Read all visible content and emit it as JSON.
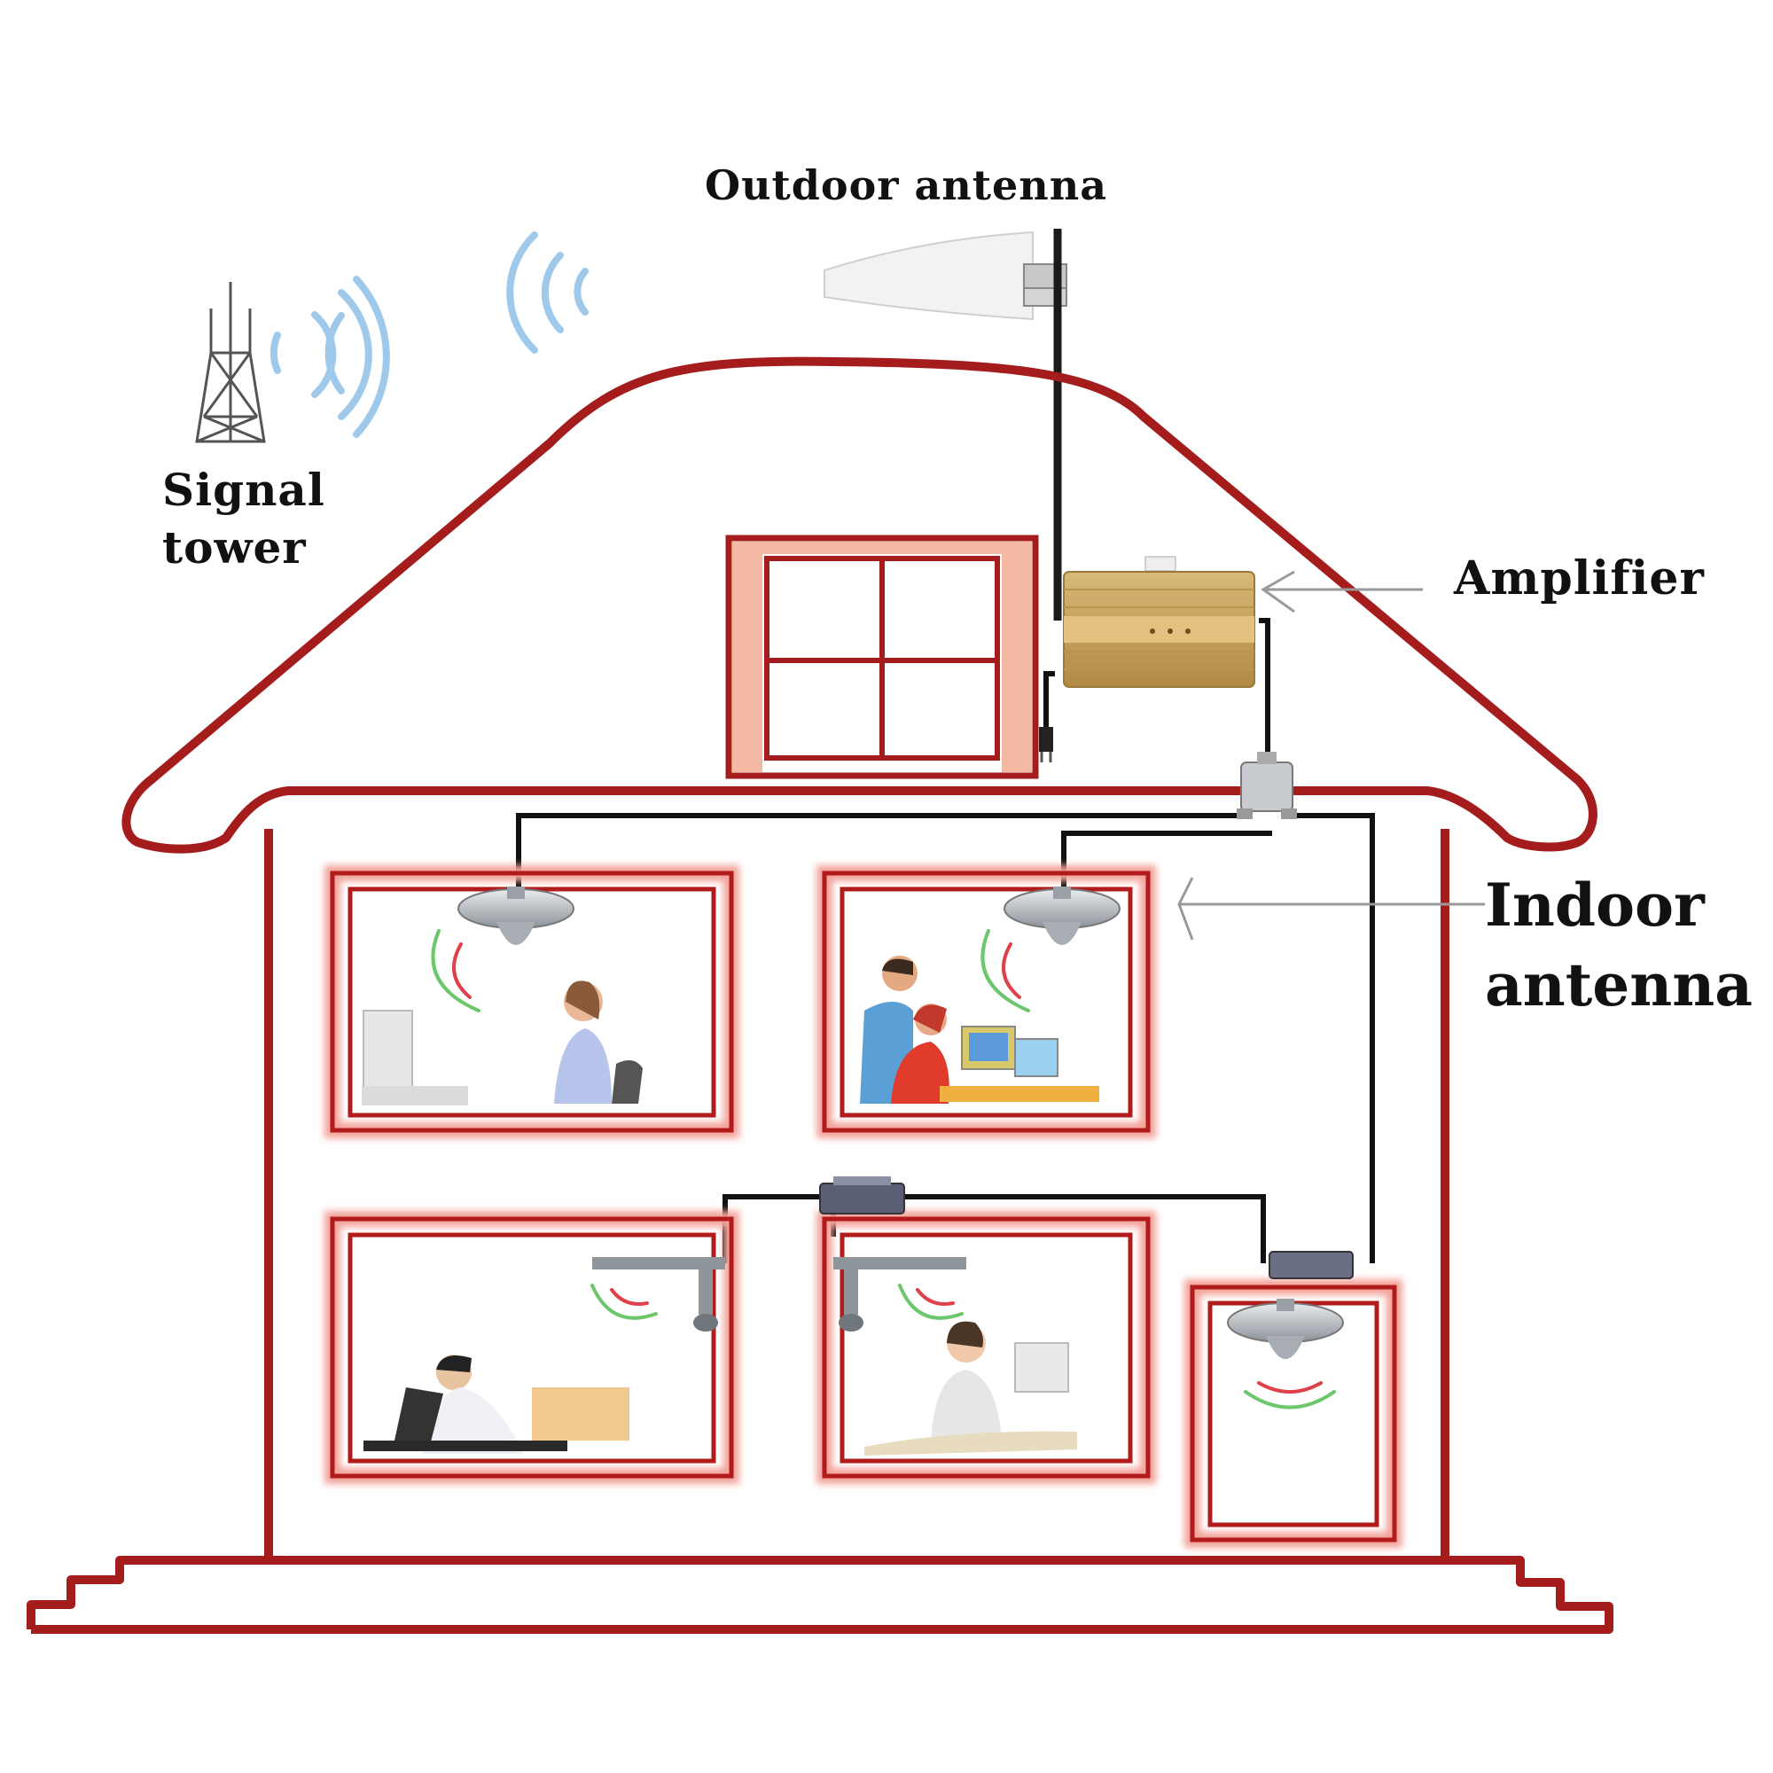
{
  "labels": {
    "outdoor_antenna": "Outdoor antenna",
    "signal_tower_line1": "Signal",
    "signal_tower_line2": "tower",
    "amplifier": "Amplifier",
    "indoor_antenna_line1": "Indoor",
    "indoor_antenna_line2": "antenna"
  },
  "colors": {
    "house_outline": "#a51c1c",
    "window_fill": "#f4b9a3",
    "cable": "#111111",
    "amplifier_body": "#c9a661",
    "signal_wave": "#9fc9ea",
    "indoor_wave_red": "#e0404a",
    "indoor_wave_green": "#6cc66c"
  }
}
